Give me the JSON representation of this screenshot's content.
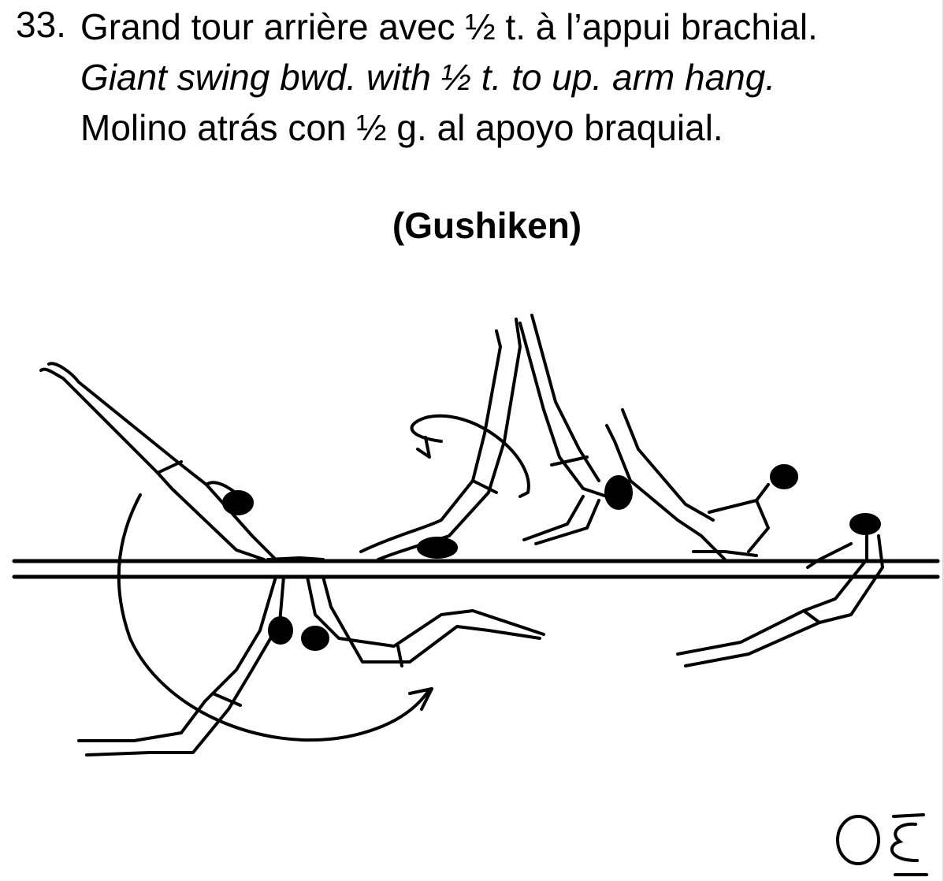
{
  "entry": {
    "number": "33.",
    "title_fr": "Grand tour arrière avec ½ t. à l’appui brachial.",
    "title_en": "Giant swing bwd. with ½ t. to up. arm hang.",
    "title_es": "Molino atrás con ½ g. al apoyo braquial."
  },
  "skill_name": "(Gushiken)",
  "value_mark": "OE",
  "colors": {
    "ink": "#000000",
    "paper": "#ffffff"
  }
}
